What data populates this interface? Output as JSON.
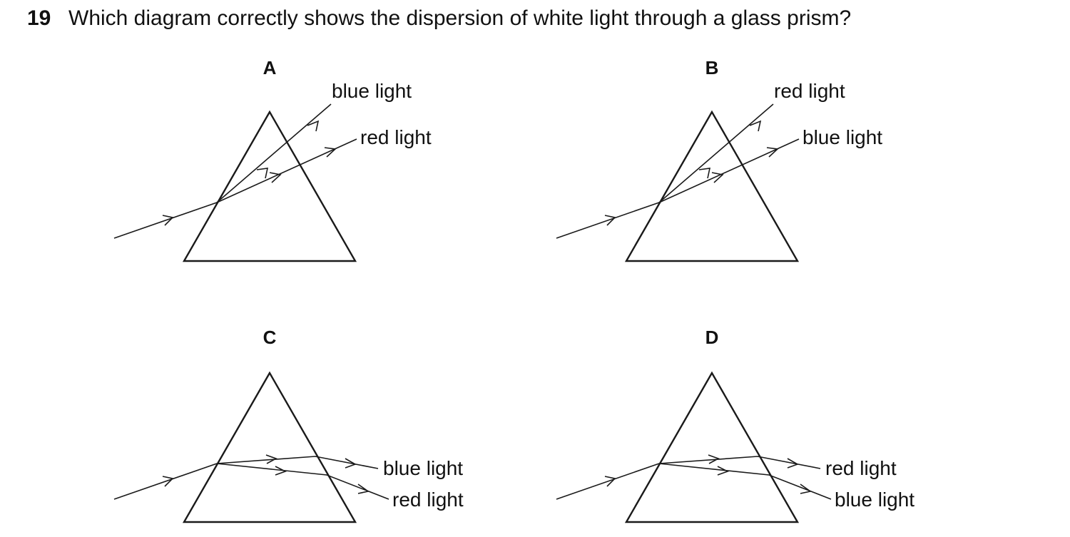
{
  "question": {
    "number": "19",
    "text": "Which diagram correctly shows the dispersion of white light through a glass prism?"
  },
  "options": [
    {
      "letter": "A",
      "upper_label": "blue light",
      "lower_label": "red light"
    },
    {
      "letter": "B",
      "upper_label": "red light",
      "lower_label": "blue light"
    },
    {
      "letter": "C",
      "upper_label": "blue light",
      "lower_label": "red light"
    },
    {
      "letter": "D",
      "upper_label": "red light",
      "lower_label": "blue light"
    }
  ]
}
